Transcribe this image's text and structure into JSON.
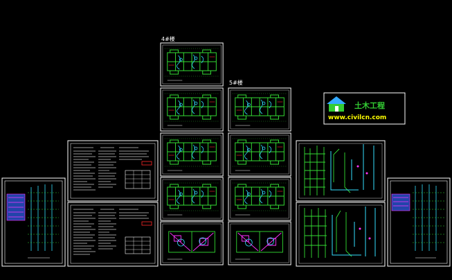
{
  "canvas": {
    "background": "#000000"
  },
  "colors": {
    "frame": "#ffffff",
    "wall": "#33dd33",
    "pipe_cyan": "#33e0ff",
    "accent_red": "#ff2a2a",
    "accent_magenta": "#ff33ff",
    "text_white": "#ffffff",
    "logo_green": "#33cc33",
    "logo_yellow": "#ffff00"
  },
  "group_labels": {
    "left_group": "4#楼",
    "right_group": "5#楼"
  },
  "logo": {
    "title": "土木工程",
    "url": "www.civilcn.com",
    "icon": "house-icon"
  }
}
